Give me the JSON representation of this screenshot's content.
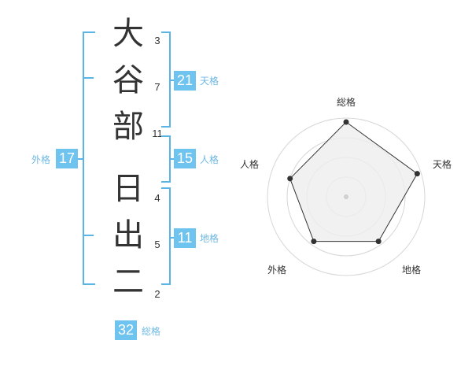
{
  "name_chars": [
    {
      "char": "大",
      "strokes": "3"
    },
    {
      "char": "谷",
      "strokes": "7"
    },
    {
      "char": "部",
      "strokes": "11"
    },
    {
      "char": "日",
      "strokes": "4"
    },
    {
      "char": "出",
      "strokes": "5"
    },
    {
      "char": "二",
      "strokes": "2"
    }
  ],
  "fortune": {
    "tenkaku": {
      "value": "21",
      "label": "天格"
    },
    "jinkaku": {
      "value": "15",
      "label": "人格"
    },
    "chikaku": {
      "value": "11",
      "label": "地格"
    },
    "gaikaku": {
      "value": "17",
      "label": "外格"
    },
    "soukaku": {
      "value": "32",
      "label": "総格"
    }
  },
  "radar": {
    "axes": [
      "総格",
      "天格",
      "地格",
      "外格",
      "人格"
    ],
    "values": [
      0.95,
      0.95,
      0.7,
      0.7,
      0.75
    ],
    "rings": 4,
    "colors": {
      "ring": "#d6d6d6",
      "fill": "#eeeeee",
      "line": "#333333",
      "point": "#333333"
    }
  }
}
